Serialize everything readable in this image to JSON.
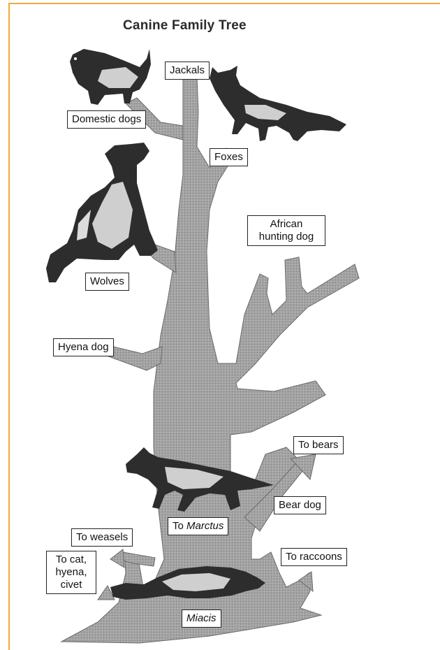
{
  "diagram": {
    "title": "Canine Family Tree",
    "labels": {
      "jackals": "Jackals",
      "domestic_dogs": "Domestic dogs",
      "foxes": "Foxes",
      "african_hunting_dog": "African hunting dog",
      "wolves": "Wolves",
      "hyena_dog": "Hyena dog",
      "to_bears": "To bears",
      "bear_dog": "Bear dog",
      "to_marctus_prefix": "To",
      "to_marctus_name": "Marctus",
      "to_weasels": "To weasels",
      "to_cat": "To cat, hyena, civet",
      "to_raccoons": "To raccoons",
      "miacis": "Miacis"
    },
    "colors": {
      "frame": "#f2a93b",
      "trunk": "#9f9f9f",
      "animal_dark": "#2d2d2d",
      "animal_light": "#cfcfcf"
    }
  }
}
